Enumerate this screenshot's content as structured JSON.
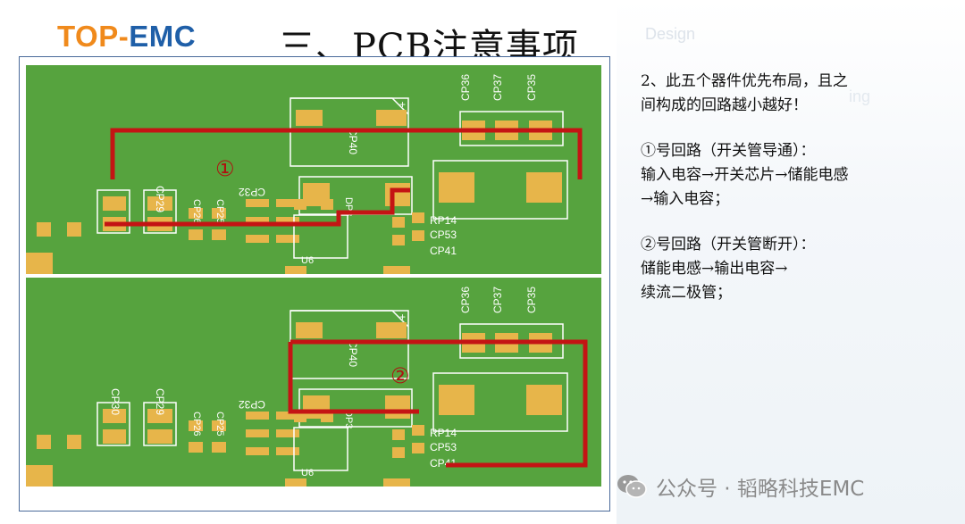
{
  "header": {
    "logo_part1": "TOP-",
    "logo_part2": "EMC",
    "title": "三、PCB注意事项",
    "bg_word": "Design",
    "bg_word2": "ing"
  },
  "pcb": {
    "top": {
      "loop_marker": "①",
      "labels": [
        "CP40",
        "CP36",
        "CP37",
        "CP35",
        "CP29",
        "CP26",
        "CP25",
        "CP32",
        "DP3",
        "RP14",
        "CP53",
        "CP41",
        "U6"
      ]
    },
    "bottom": {
      "loop_marker": "②",
      "labels": [
        "CP40",
        "CP36",
        "CP37",
        "CP35",
        "CP30",
        "CP29",
        "CP26",
        "CP25",
        "CP32",
        "DP3",
        "RP14",
        "CP53",
        "CP41",
        "U6"
      ]
    },
    "loop_color": "#c41414",
    "board_color": "#56a33e",
    "pad_color": "#e7b54a"
  },
  "notes": {
    "line1": "2、此五个器件优先布局，且之",
    "line2": "间构成的回路越小越好！",
    "loop1_title": "①号回路（开关管导通）：",
    "loop1_path1": "输入电容→开关芯片→储能电感",
    "loop1_path2": "→输入电容；",
    "loop2_title": "②号回路（开关管断开）：",
    "loop2_path1": "储能电感→输出电容→",
    "loop2_path2": "续流二极管；"
  },
  "watermark": {
    "text": "公众号 · 韬略科技EMC"
  }
}
